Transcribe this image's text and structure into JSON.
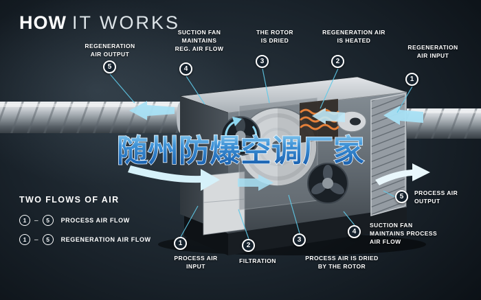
{
  "header": {
    "title_bold": "HOW",
    "title_light": "IT WORKS"
  },
  "watermark": "随州防爆空调厂家",
  "colors": {
    "accent_cyan": "#5fc9e8",
    "arrow_light": "#d6f1fa",
    "heater_orange": "#e5813a",
    "badge_bg": "#15212c",
    "watermark_blue": "#2f7fc8"
  },
  "callouts": {
    "top": [
      {
        "num": "5",
        "label": "REGENERATION\nAIR OUTPUT"
      },
      {
        "num": "4",
        "label": "SUCTION FAN\nMAINTAINS\nREG. AIR FLOW"
      },
      {
        "num": "3",
        "label": "THE ROTOR\nIS DRIED"
      },
      {
        "num": "2",
        "label": "REGENERATION AIR\nIS HEATED"
      },
      {
        "num": "1",
        "label": "REGENERATION\nAIR INPUT"
      }
    ],
    "bottom": [
      {
        "num": "1",
        "label": "PROCESS AIR\nINPUT"
      },
      {
        "num": "2",
        "label": "FILTRATION"
      },
      {
        "num": "3",
        "label": "PROCESS AIR IS DRIED\nBY THE ROTOR"
      },
      {
        "num": "4",
        "label": "SUCTION FAN\nMAINTAINS PROCESS\nAIR FLOW"
      },
      {
        "num": "5",
        "label": "PROCESS AIR\nOUTPUT"
      }
    ]
  },
  "legend": {
    "heading": "TWO FLOWS OF AIR",
    "separator": "–",
    "rows": [
      {
        "start": "1",
        "end": "5",
        "label": "PROCESS AIR FLOW"
      },
      {
        "start": "1",
        "end": "5",
        "label": "REGENERATION AIR FLOW"
      }
    ]
  }
}
